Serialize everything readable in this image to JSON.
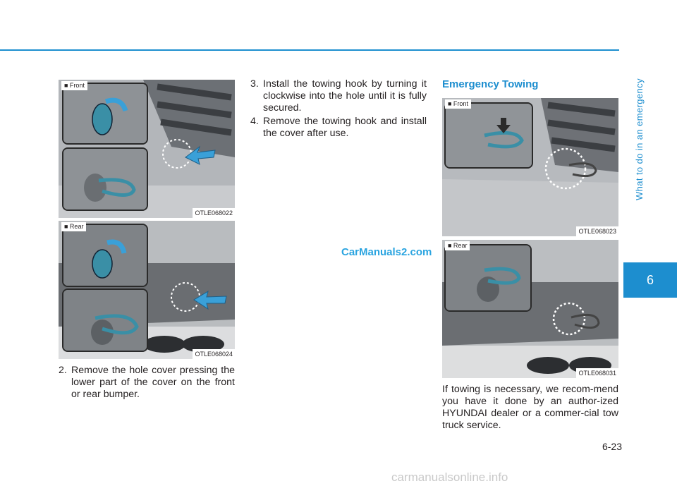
{
  "header": {
    "rule_color": "#1d8ecf"
  },
  "side_tab": {
    "label": "What to do in an emergency",
    "chapter": "6"
  },
  "page_number": "6-23",
  "figures": {
    "front_cover": {
      "label": "■ Front",
      "code": "OTLE068022"
    },
    "rear_cover": {
      "label": "■ Rear",
      "code": "OTLE068024"
    },
    "front_towing": {
      "label": "■ Front",
      "code": "OTLE068023"
    },
    "rear_towing": {
      "label": "■ Rear",
      "code": "OTLE068031"
    }
  },
  "steps": {
    "step2": {
      "num": "2.",
      "text": "Remove the hole cover pressing the lower part of the cover on the front or rear bumper."
    },
    "step3": {
      "num": "3.",
      "text": "Install the towing hook by turning it clockwise into the hole until it is fully secured."
    },
    "step4": {
      "num": "4.",
      "text": "Remove the towing hook and install the cover after use."
    }
  },
  "section": {
    "title": "Emergency Towing",
    "body": "If towing is necessary, we recom-mend you have it done by an author-ized HYUNDAI dealer or a commer-cial tow truck service."
  },
  "watermarks": {
    "center": "CarManuals2.com",
    "footer": "carmanualsonline.info"
  },
  "colors": {
    "accent": "#1d8ecf",
    "hook": "#3a8fa6"
  }
}
